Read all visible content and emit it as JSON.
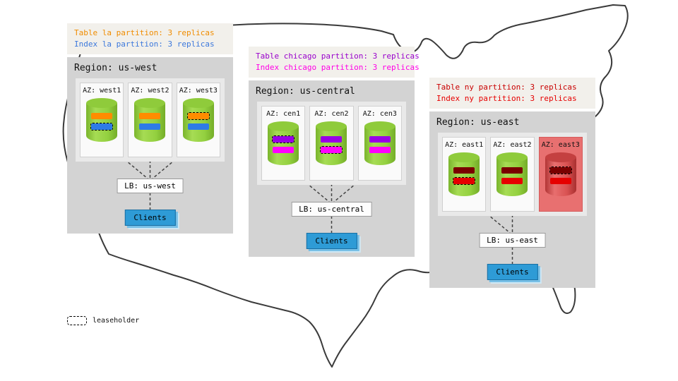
{
  "legend": {
    "label": "leaseholder"
  },
  "regions": [
    {
      "annotation": {
        "line1": "Table la partition: 3 replicas",
        "line1_color": "#f08c00",
        "line2": "Index la partition: 3 replicas",
        "line2_color": "#3c78dc"
      },
      "title": "Region: us-west",
      "azs": [
        {
          "label": "AZ: west1",
          "az_class": "",
          "cyl_class": "",
          "bars": [
            {
              "color": "#ff8c00",
              "class": ""
            },
            {
              "color": "#2e7be6",
              "class": "leaseholder"
            }
          ]
        },
        {
          "label": "AZ: west2",
          "az_class": "",
          "cyl_class": "",
          "bars": [
            {
              "color": "#ff8c00",
              "class": ""
            },
            {
              "color": "#2e7be6",
              "class": ""
            }
          ]
        },
        {
          "label": "AZ: west3",
          "az_class": "",
          "cyl_class": "",
          "bars": [
            {
              "color": "#ff8c00",
              "class": "leaseholder"
            },
            {
              "color": "#2e7be6",
              "class": ""
            }
          ]
        }
      ],
      "lb": "LB: us-west",
      "clients": "Clients"
    },
    {
      "annotation": {
        "line1": "Table chicago partition: 3 replicas",
        "line1_color": "#9900cc",
        "line2": "Index chicago partition: 3 replicas",
        "line2_color": "#ff00e6"
      },
      "title": "Region: us-central",
      "azs": [
        {
          "label": "AZ: cen1",
          "az_class": "",
          "cyl_class": "",
          "bars": [
            {
              "color": "#9900e6",
              "class": "leaseholder"
            },
            {
              "color": "#ff00ff",
              "class": ""
            }
          ]
        },
        {
          "label": "AZ: cen2",
          "az_class": "",
          "cyl_class": "",
          "bars": [
            {
              "color": "#9900e6",
              "class": ""
            },
            {
              "color": "#ff00ff",
              "class": "leaseholder"
            }
          ]
        },
        {
          "label": "AZ: cen3",
          "az_class": "",
          "cyl_class": "",
          "bars": [
            {
              "color": "#9900e6",
              "class": ""
            },
            {
              "color": "#ff00ff",
              "class": ""
            }
          ]
        }
      ],
      "lb": "LB: us-central",
      "clients": "Clients"
    },
    {
      "annotation": {
        "line1": "Table ny partition: 3 replicas",
        "line1_color": "#c90000",
        "line2": "Index ny partition: 3 replicas",
        "line2_color": "#e60000"
      },
      "title": "Region: us-east",
      "azs": [
        {
          "label": "AZ: east1",
          "az_class": "",
          "cyl_class": "",
          "bars": [
            {
              "color": "#7a0000",
              "class": ""
            },
            {
              "color": "#e60000",
              "class": "leaseholder"
            }
          ]
        },
        {
          "label": "AZ: east2",
          "az_class": "",
          "cyl_class": "",
          "bars": [
            {
              "color": "#7a0000",
              "class": ""
            },
            {
              "color": "#e60000",
              "class": ""
            }
          ]
        },
        {
          "label": "AZ: east3",
          "az_class": "failed",
          "cyl_class": "red",
          "bars": [
            {
              "color": "#7a0000",
              "class": "leaseholder"
            },
            {
              "color": "#e60000",
              "class": ""
            }
          ]
        }
      ],
      "lb": "LB: us-east",
      "clients": "Clients"
    }
  ]
}
